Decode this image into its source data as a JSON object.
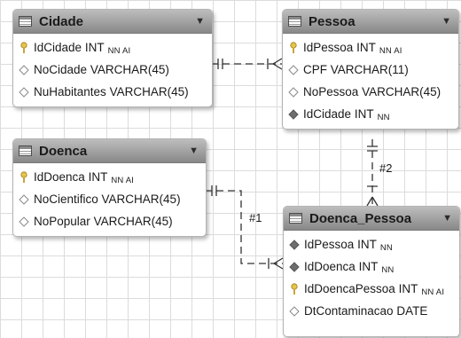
{
  "entities": {
    "cidade": {
      "name": "Cidade",
      "columns": [
        {
          "kind": "key",
          "name": "IdCidade",
          "type": "INT",
          "flags": "NN AI"
        },
        {
          "kind": "attribute",
          "name": "NoCidade",
          "type": "VARCHAR(45)",
          "flags": ""
        },
        {
          "kind": "attribute",
          "name": "NuHabitantes",
          "type": "VARCHAR(45)",
          "flags": ""
        }
      ]
    },
    "pessoa": {
      "name": "Pessoa",
      "columns": [
        {
          "kind": "key",
          "name": "IdPessoa",
          "type": "INT",
          "flags": "NN AI"
        },
        {
          "kind": "attribute",
          "name": "CPF",
          "type": "VARCHAR(11)",
          "flags": ""
        },
        {
          "kind": "attribute",
          "name": "NoPessoa",
          "type": "VARCHAR(45)",
          "flags": ""
        },
        {
          "kind": "foreign-key",
          "name": "IdCidade",
          "type": "INT",
          "flags": "NN"
        }
      ]
    },
    "doenca": {
      "name": "Doenca",
      "columns": [
        {
          "kind": "key",
          "name": "IdDoenca",
          "type": "INT",
          "flags": "NN AI"
        },
        {
          "kind": "attribute",
          "name": "NoCientifico",
          "type": "VARCHAR(45)",
          "flags": ""
        },
        {
          "kind": "attribute",
          "name": "NoPopular",
          "type": "VARCHAR(45)",
          "flags": ""
        }
      ]
    },
    "doenca_pessoa": {
      "name": "Doenca_Pessoa",
      "columns": [
        {
          "kind": "foreign-key",
          "name": "IdPessoa",
          "type": "INT",
          "flags": "NN"
        },
        {
          "kind": "foreign-key",
          "name": "IdDoenca",
          "type": "INT",
          "flags": "NN"
        },
        {
          "kind": "key",
          "name": "IdDoencaPessoa",
          "type": "INT",
          "flags": "NN AI"
        },
        {
          "kind": "attribute",
          "name": "DtContaminacao",
          "type": "DATE",
          "flags": ""
        }
      ]
    }
  },
  "relationships": [
    {
      "from": "Cidade",
      "to": "Pessoa",
      "label": ""
    },
    {
      "from": "Pessoa",
      "to": "Doenca_Pessoa",
      "label": "#2"
    },
    {
      "from": "Doenca",
      "to": "Doenca_Pessoa",
      "label": "#1"
    }
  ],
  "icons": {
    "collapse": "chevron-down-icon",
    "table": "table-icon",
    "key": "key-icon",
    "attribute": "diamond-outline-icon",
    "foreign-key": "diamond-filled-icon"
  },
  "colors": {
    "header_top": "#bdbdbd",
    "header_bottom": "#888888",
    "line": "#333333",
    "grid": "#dcdcdc"
  }
}
